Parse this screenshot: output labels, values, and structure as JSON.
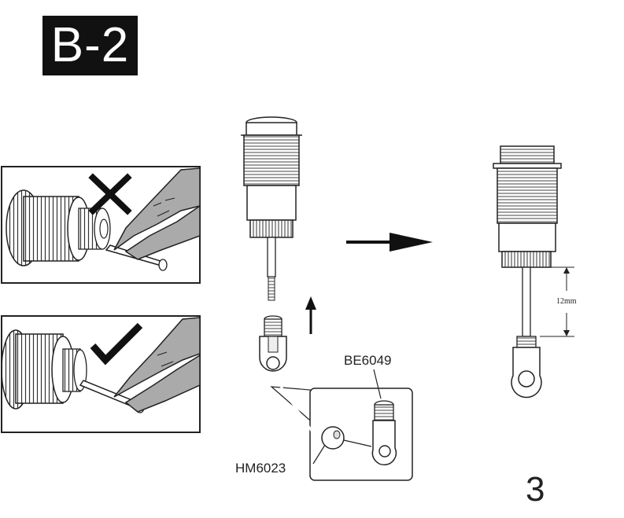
{
  "step_label": "B-2",
  "page_number": "3",
  "parts": {
    "ball_end": "BE6049",
    "ball": "HM6023"
  },
  "dimension": "12mm",
  "icons": {
    "wrong": "cross-mark-icon",
    "correct": "check-mark-icon",
    "direction": "arrow-right-icon",
    "push_up": "arrow-up-icon"
  }
}
